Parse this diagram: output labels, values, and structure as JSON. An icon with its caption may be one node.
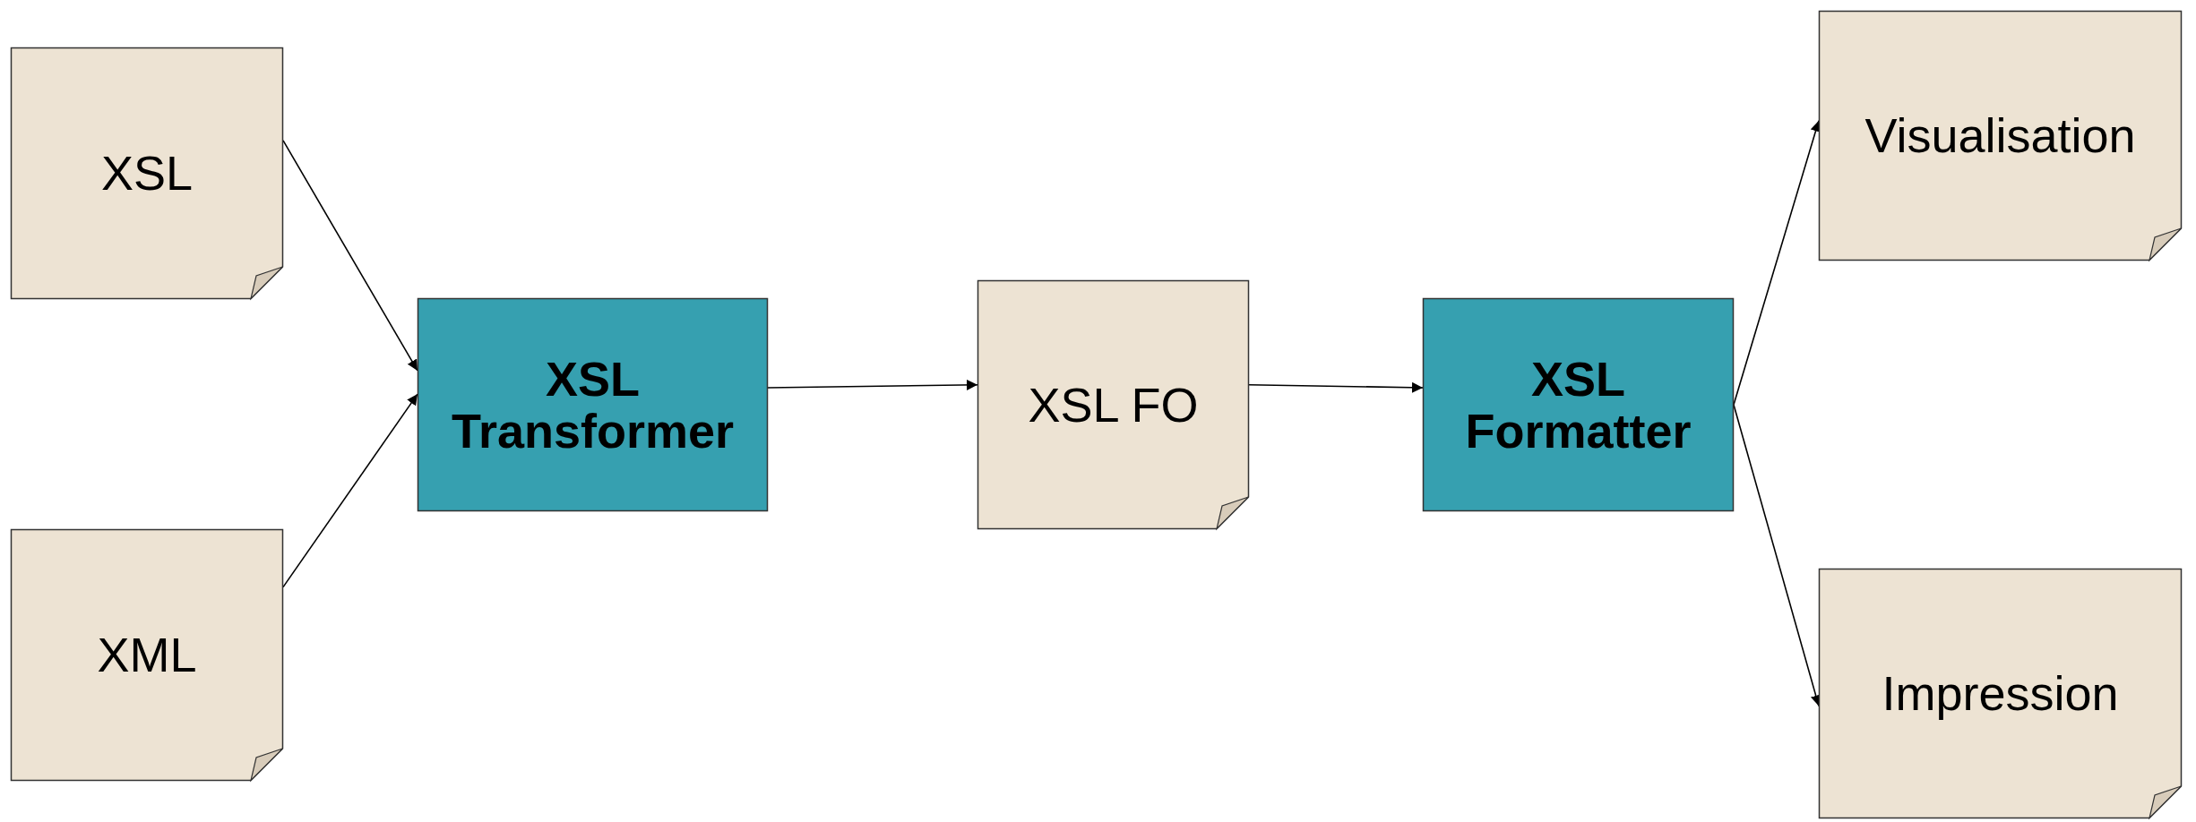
{
  "diagram": {
    "nodes": [
      {
        "text": [
          "XSL"
        ]
      },
      {
        "text": [
          "XML"
        ]
      },
      {
        "text": [
          "XSL Transformer"
        ]
      },
      {
        "text": [
          "XSL FO"
        ]
      },
      {
        "text": [
          "XSL Formatter"
        ]
      },
      {
        "text": [
          "Visualisation"
        ]
      },
      {
        "text": [
          "Impression"
        ]
      }
    ],
    "edges": [
      {
        "from": 0,
        "to": 2,
        "arrow": "to"
      },
      {
        "from": 1,
        "to": 2,
        "arrow": "to"
      },
      {
        "from": 2,
        "to": 3,
        "arrow": "to"
      },
      {
        "from": 3,
        "to": 4,
        "arrow": "to"
      },
      {
        "from": 4,
        "to": 5,
        "arrow": "to"
      },
      {
        "from": 4,
        "to": 6,
        "arrow": "to"
      }
    ]
  }
}
